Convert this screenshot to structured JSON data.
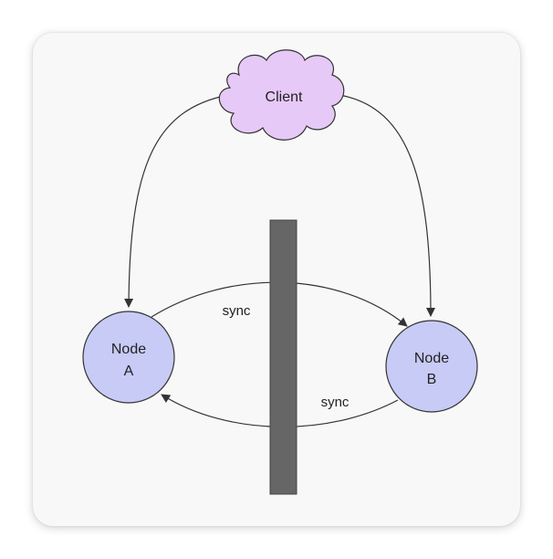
{
  "client": {
    "label": "Client"
  },
  "node_a": {
    "line1": "Node",
    "line2": "A"
  },
  "node_b": {
    "line1": "Node",
    "line2": "B"
  },
  "sync_top": {
    "label": "sync"
  },
  "sync_bottom": {
    "label": "sync"
  },
  "colors": {
    "cloud_fill": "#e6c9f7",
    "node_fill": "#c8cbf6",
    "partition_fill": "#666666",
    "stroke": "#333333"
  }
}
